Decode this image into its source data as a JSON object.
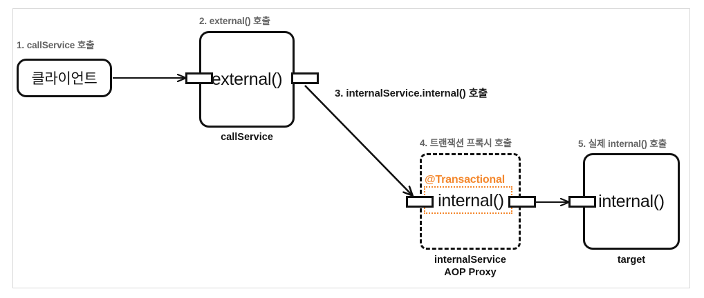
{
  "diagram": {
    "title": "Spring AOP Proxy self-invocation call flow diagram",
    "frame_border_color": "#d8d8d8",
    "accent_color": "#F4872C",
    "line_color": "#111111",
    "step_label_color": "#636363"
  },
  "steps": [
    {
      "id": "step1",
      "label": "1. callService 호출"
    },
    {
      "id": "step2",
      "label": "2. external() 호출"
    },
    {
      "id": "step3",
      "label": "3. internalService.internal() 호출"
    },
    {
      "id": "step4",
      "label": "4. 트랜잭션 프록시 호출"
    },
    {
      "id": "step5",
      "label": "5. 실제 internal() 호출"
    }
  ],
  "nodes": {
    "client": {
      "name": "클라이언트",
      "caption": ""
    },
    "call_service": {
      "method": "external()",
      "caption": "callService"
    },
    "proxy": {
      "method": "internal()",
      "annotation": "@Transactional",
      "caption": "internalService\nAOP Proxy"
    },
    "target": {
      "method": "internal()",
      "caption": "target"
    }
  }
}
